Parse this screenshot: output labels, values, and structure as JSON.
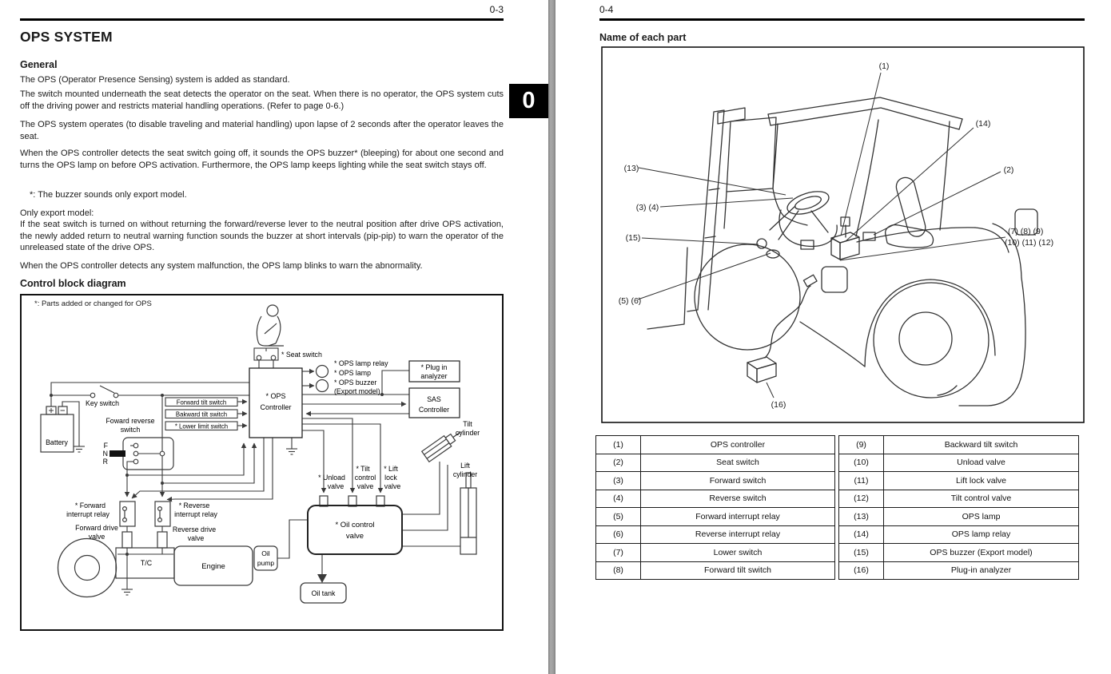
{
  "colors": {
    "ink": "#1a1a1a",
    "diagram_line": "#3a3a3a",
    "gutter_gray": "#9d9d9d",
    "tab_bg": "#000000",
    "tab_fg": "#ffffff"
  },
  "left_page": {
    "page_number": "0-3",
    "tab": "0",
    "title": "OPS SYSTEM",
    "general": {
      "heading": "General",
      "p1": "The OPS (Operator Presence Sensing) system is added as standard.",
      "p2": "The switch mounted underneath the seat detects the operator on the seat. When there is no operator, the OPS system cuts off the driving power and restricts material handling operations. (Refer to page 0-6.)",
      "p3": "The OPS system operates (to disable traveling and material handling) upon lapse of 2 seconds after the operator leaves the seat.",
      "p4": "When the OPS controller detects the seat switch going off, it sounds the OPS buzzer* (bleeping) for about one second and turns the OPS lamp on before OPS activation. Furthermore, the OPS lamp keeps lighting while the seat switch stays off.",
      "note": "*: The buzzer sounds only export model.",
      "p5_intro": "Only export model:",
      "p5": "If the seat switch is turned on without returning the forward/reverse lever to the neutral position after drive OPS activation, the newly added return to neutral warning function sounds the buzzer at short intervals (pip-pip) to warn the operator of the unreleased state of the drive OPS.",
      "p6": "When the OPS controller detects any system malfunction, the OPS lamp blinks to warn the abnormality."
    },
    "diagram": {
      "heading": "Control block diagram",
      "note": "*:  Parts added or changed for OPS",
      "labels": {
        "seat_switch": "* Seat switch",
        "ops_lamp_relay": "* OPS lamp relay",
        "ops_lamp": "* OPS lamp",
        "ops_buzzer": "* OPS buzzer",
        "export_model": "(Export model)",
        "plug_in_l1": "* Plug in",
        "plug_in_l2": "analyzer",
        "sas_l1": "SAS",
        "sas_l2": "Controller",
        "ops_l1": "* OPS",
        "ops_l2": "Controller",
        "key_switch": "Key switch",
        "battery": "Battery",
        "fr_l1": "Foward reverse",
        "fr_l2": "switch",
        "f": "F",
        "n": "N",
        "r": "R",
        "forward_tilt": "Forward tilt switch",
        "bakward_tilt": "Bakward tilt switch",
        "lower_limit": "* Lower limit switch",
        "tilt_cyl_l1": "Tilt",
        "tilt_cyl_l2": "cylinder",
        "lift_cyl_l1": "Lift",
        "lift_cyl_l2": "cylinder",
        "unload_l1": "* Unload",
        "unload_l2": "valve",
        "tiltv_l1": "* Tilt",
        "tiltv_l2": "control",
        "tiltv_l3": "valve",
        "liftlock_l1": "* Lift",
        "liftlock_l2": "lock",
        "liftlock_l3": "valve",
        "fwd_relay_l1": "* Forward",
        "fwd_relay_l2": "interrupt relay",
        "fwd_drive_l1": "Forward drive",
        "fwd_drive_l2": "valve",
        "rev_relay_l1": "* Reverse",
        "rev_relay_l2": "interrupt relay",
        "rev_drive_l1": "Reverse drive",
        "rev_drive_l2": "valve",
        "tc": "T/C",
        "engine": "Engine",
        "oil_pump_l1": "Oil",
        "oil_pump_l2": "pump",
        "oil_valve_l1": "* Oil control",
        "oil_valve_l2": "valve",
        "oil_tank": "Oil tank"
      }
    }
  },
  "right_page": {
    "page_number": "0-4",
    "heading": "Name of each part",
    "figure": {
      "callouts": {
        "c1": "(1)",
        "c2": "(2)",
        "c34": "(3) (4)",
        "c56": "(5) (6)",
        "c789": "(7) (8) (9)",
        "c101112": "(10) (11) (12)",
        "c13": "(13)",
        "c14": "(14)",
        "c15": "(15)",
        "c16": "(16)"
      }
    },
    "parts_table": {
      "rows": [
        {
          "no_l": "(1)",
          "name_l": "OPS controller",
          "no_r": "(9)",
          "name_r": "Backward tilt switch"
        },
        {
          "no_l": "(2)",
          "name_l": "Seat switch",
          "no_r": "(10)",
          "name_r": "Unload valve"
        },
        {
          "no_l": "(3)",
          "name_l": "Forward switch",
          "no_r": "(11)",
          "name_r": "Lift lock valve"
        },
        {
          "no_l": "(4)",
          "name_l": "Reverse switch",
          "no_r": "(12)",
          "name_r": "Tilt control valve"
        },
        {
          "no_l": "(5)",
          "name_l": "Forward interrupt relay",
          "no_r": "(13)",
          "name_r": "OPS lamp"
        },
        {
          "no_l": "(6)",
          "name_l": "Reverse interrupt relay",
          "no_r": "(14)",
          "name_r": "OPS lamp relay"
        },
        {
          "no_l": "(7)",
          "name_l": "Lower switch",
          "no_r": "(15)",
          "name_r": "OPS buzzer (Export model)"
        },
        {
          "no_l": "(8)",
          "name_l": "Forward tilt switch",
          "no_r": "(16)",
          "name_r": "Plug-in analyzer"
        }
      ]
    }
  }
}
